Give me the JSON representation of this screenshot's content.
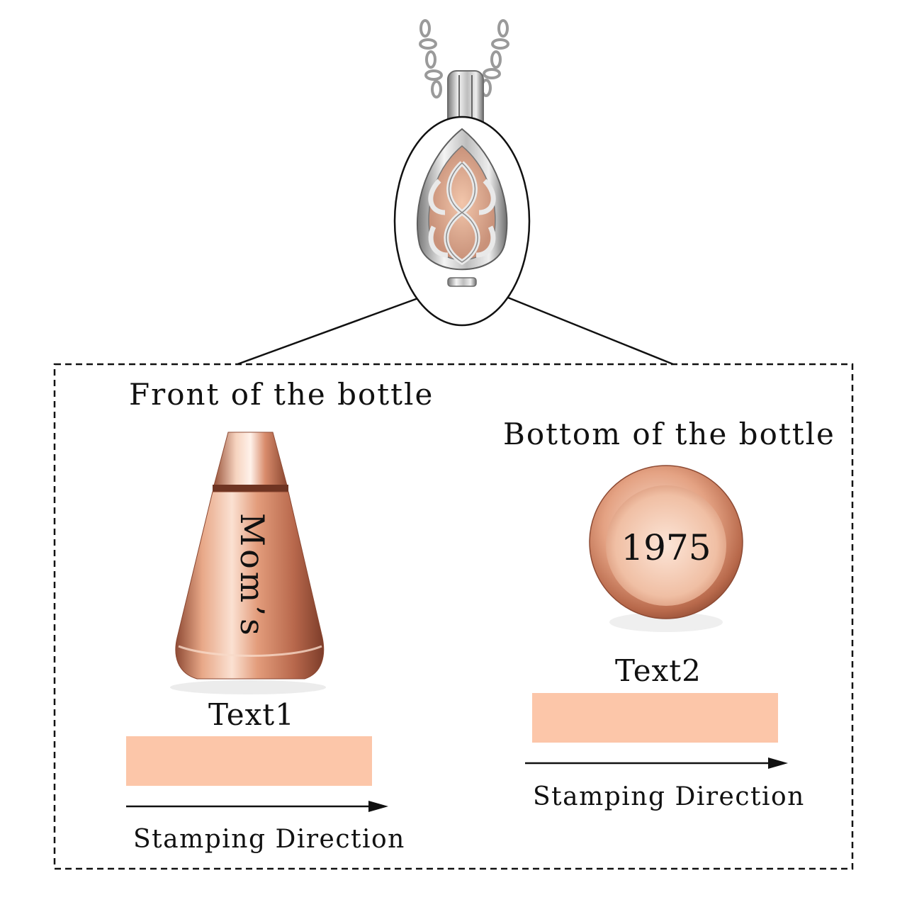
{
  "front": {
    "title": "Front of the bottle",
    "engraving": "Mom’s",
    "field_label": "Text1",
    "direction_label": "Stamping Direction"
  },
  "bottom": {
    "title": "Bottom of the bottle",
    "engraving": "1975",
    "field_label": "Text2",
    "direction_label": "Stamping Direction"
  },
  "colors": {
    "text_box": "#fcc6a9",
    "rose_gold": "#d98c6c",
    "silver": "#cfcfcf"
  }
}
